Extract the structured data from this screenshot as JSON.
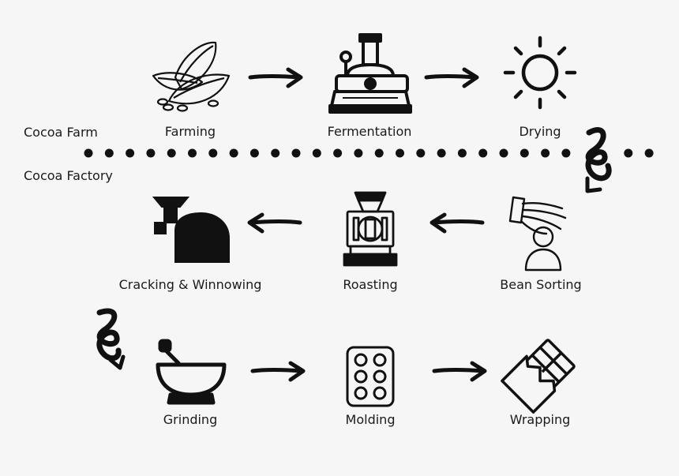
{
  "zones": {
    "farm": "Cocoa Farm",
    "factory": "Cocoa Factory"
  },
  "steps": {
    "farming": "Farming",
    "fermentation": "Fermentation",
    "drying": "Drying",
    "bean_sorting": "Bean Sorting",
    "roasting": "Roasting",
    "cracking": "Cracking & Winnowing",
    "grinding": "Grinding",
    "molding": "Molding",
    "wrapping": "Wrapping"
  },
  "icons": {
    "farming": "cocoa-pods-icon",
    "fermentation": "fermentation-tank-icon",
    "drying": "sun-icon",
    "bean_sorting": "hand-sorting-icon",
    "roasting": "roaster-machine-icon",
    "cracking": "winnowing-machine-icon",
    "grinding": "mortar-pestle-icon",
    "molding": "chocolate-mold-icon",
    "wrapping": "wrapped-bar-icon"
  },
  "colors": {
    "ink": "#111111",
    "background": "#f6f6f6"
  }
}
